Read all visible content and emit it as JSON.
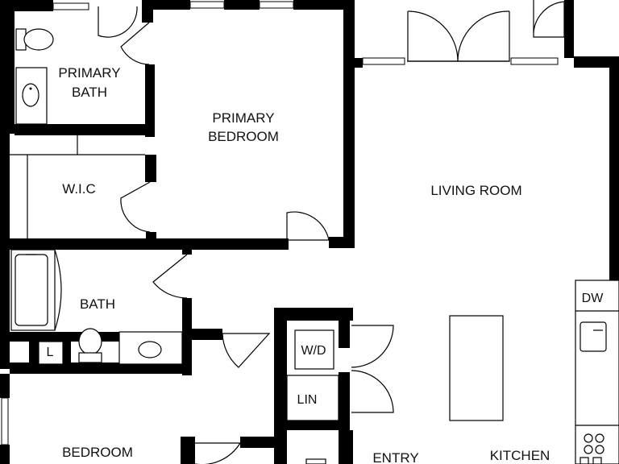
{
  "floorplan": {
    "rooms": {
      "primary_bath_l1": "PRIMARY",
      "primary_bath_l2": "BATH",
      "primary_bedroom_l1": "PRIMARY",
      "primary_bedroom_l2": "BEDROOM",
      "wic": "W.I.C",
      "living_room": "LIVING ROOM",
      "bath": "BATH",
      "bedroom": "BEDROOM",
      "entry": "ENTRY",
      "kitchen": "KITCHEN"
    },
    "fixtures": {
      "linen_small": "L",
      "washer_dryer": "W/D",
      "linen_closet": "LIN",
      "dishwasher": "DW"
    },
    "colors": {
      "wall": "#000000",
      "background": "#ffffff"
    }
  }
}
